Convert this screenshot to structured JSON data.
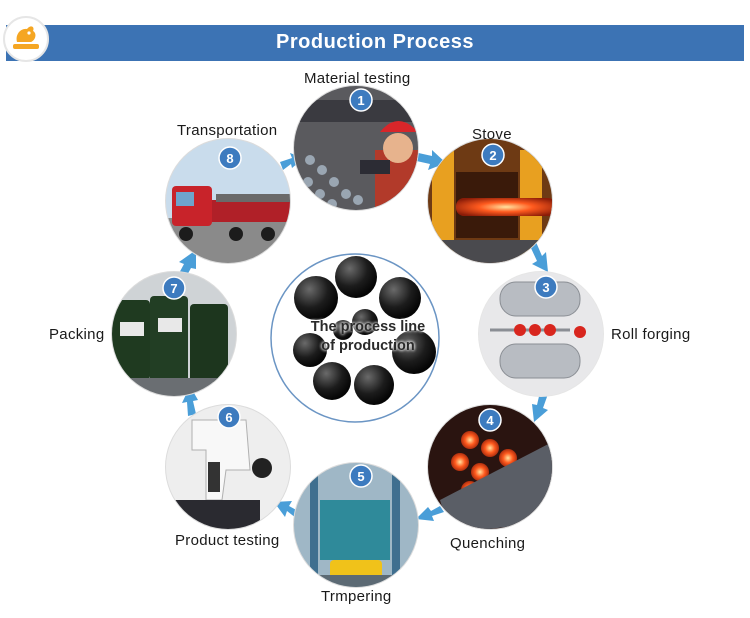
{
  "header": {
    "title": "Production Process"
  },
  "center": {
    "line1": "The process line",
    "line2": "of production"
  },
  "steps": [
    {
      "number": "1",
      "label": "Material testing"
    },
    {
      "number": "2",
      "label": "Stove"
    },
    {
      "number": "3",
      "label": "Roll forging"
    },
    {
      "number": "4",
      "label": "Quenching"
    },
    {
      "number": "5",
      "label": "Trmpering"
    },
    {
      "number": "6",
      "label": "Product testing"
    },
    {
      "number": "7",
      "label": "Packing"
    },
    {
      "number": "8",
      "label": "Transportation"
    }
  ],
  "colors": {
    "banner": "#3c73b4",
    "badge": "#3d7bbf",
    "arrow": "#4a9ed8",
    "logo": "#f5a623"
  }
}
